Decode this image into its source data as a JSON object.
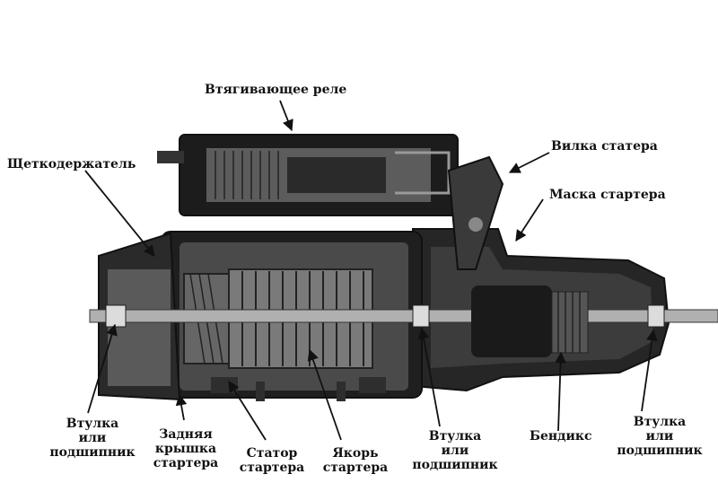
{
  "labels": {
    "solenoid": "Втягивающее реле",
    "brush_holder": "Щеткодержатель",
    "fork": "Вилка статера",
    "nose_housing": "Маска стартера",
    "bushing_left": [
      "Втулка",
      "или",
      "подшипник"
    ],
    "rear_cover": [
      "Задняя",
      "крышка",
      "стартера"
    ],
    "stator": [
      "Статор",
      "стартера"
    ],
    "armature": [
      "Якорь",
      "стартера"
    ],
    "bushing_middle": [
      "Втулка",
      "или",
      "подшипник"
    ],
    "bendix": "Бендикс",
    "bushing_right": [
      "Втулка",
      "или",
      "подшипник"
    ]
  }
}
